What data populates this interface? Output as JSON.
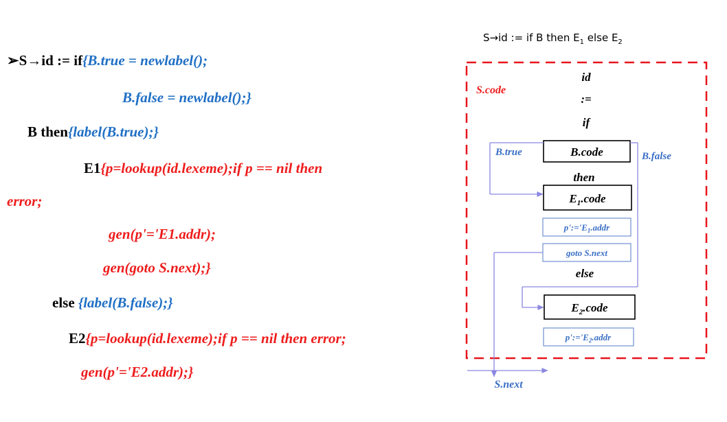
{
  "code": {
    "bullet": "➢",
    "line1": {
      "k": "S→id := if",
      "b": "{B.true = newlabel();"
    },
    "line2": {
      "b": "B.false = newlabel();}"
    },
    "line3": {
      "k": "B then",
      "b": "{label(B.true);}"
    },
    "line4": {
      "k": "E1",
      "r": "{p=lookup(id.lexeme);if p == nil then"
    },
    "line5": {
      "r": "error;"
    },
    "line6": {
      "r": "gen(p'='E1.addr);"
    },
    "line7": {
      "r": "gen(goto S.next);}"
    },
    "line8": {
      "k": "else ",
      "b": "{label(B.false);}"
    },
    "line9": {
      "k": "E2",
      "r": "{p=lookup(id.lexeme);if p == nil then error;"
    },
    "line10": {
      "r": "gen(p'='E2.addr);}"
    }
  },
  "diagram": {
    "caption": {
      "pre": "S→id := if B then E",
      "sub1": "1",
      "mid": " else E",
      "sub2": "2"
    },
    "scode": "S.code",
    "id": "id",
    "assign": ":=",
    "if": "if",
    "btrue": "B.true",
    "bcode": "B.code",
    "bfalse": "B.false",
    "then": "then",
    "e1code": {
      "pre": "E",
      "sub": "1",
      "post": ".code"
    },
    "p1addr": {
      "pre": "p':='E",
      "sub": "1",
      "post": ".addr"
    },
    "goto": "goto S.next",
    "else": "else",
    "e2code": {
      "pre": "E",
      "sub": "2",
      "post": ".code"
    },
    "p2addr": {
      "pre": "p':='E",
      "sub": "2",
      "post": ".addr"
    },
    "snext": "S.next"
  },
  "colors": {
    "keyword": "#000000",
    "blue": "#1f6fc5",
    "red": "#ee1c1c",
    "arrow": "#8a86e0",
    "dash": "#e8141c"
  }
}
